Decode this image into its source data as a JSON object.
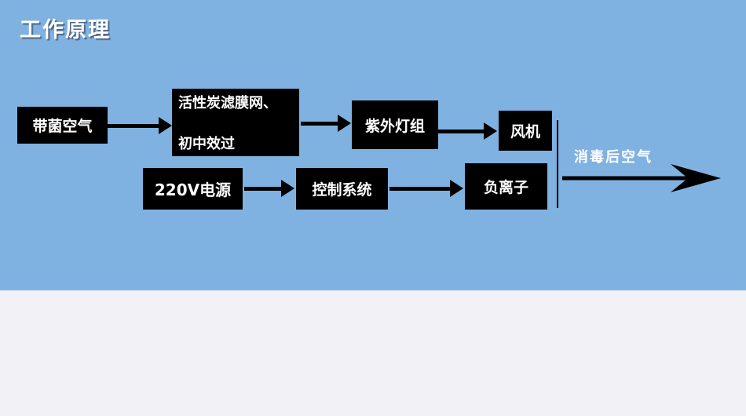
{
  "title": "工作原理",
  "boxes": {
    "germ_air": "带菌空气",
    "filter_line1": "活性炭滤膜网、",
    "filter_line2": "初中效过",
    "uv_lamp": "紫外灯组",
    "fan": "风机",
    "power": "220V电源",
    "control": "控制系统",
    "anion": "负离子"
  },
  "output_label": "消毒后空气",
  "colors": {
    "background": "#7FB2E1",
    "footer": "#F1F1F6",
    "box_bg": "#000000",
    "box_text": "#FFFFFF",
    "arrow": "#000000",
    "title_text": "#FFFFFF"
  }
}
